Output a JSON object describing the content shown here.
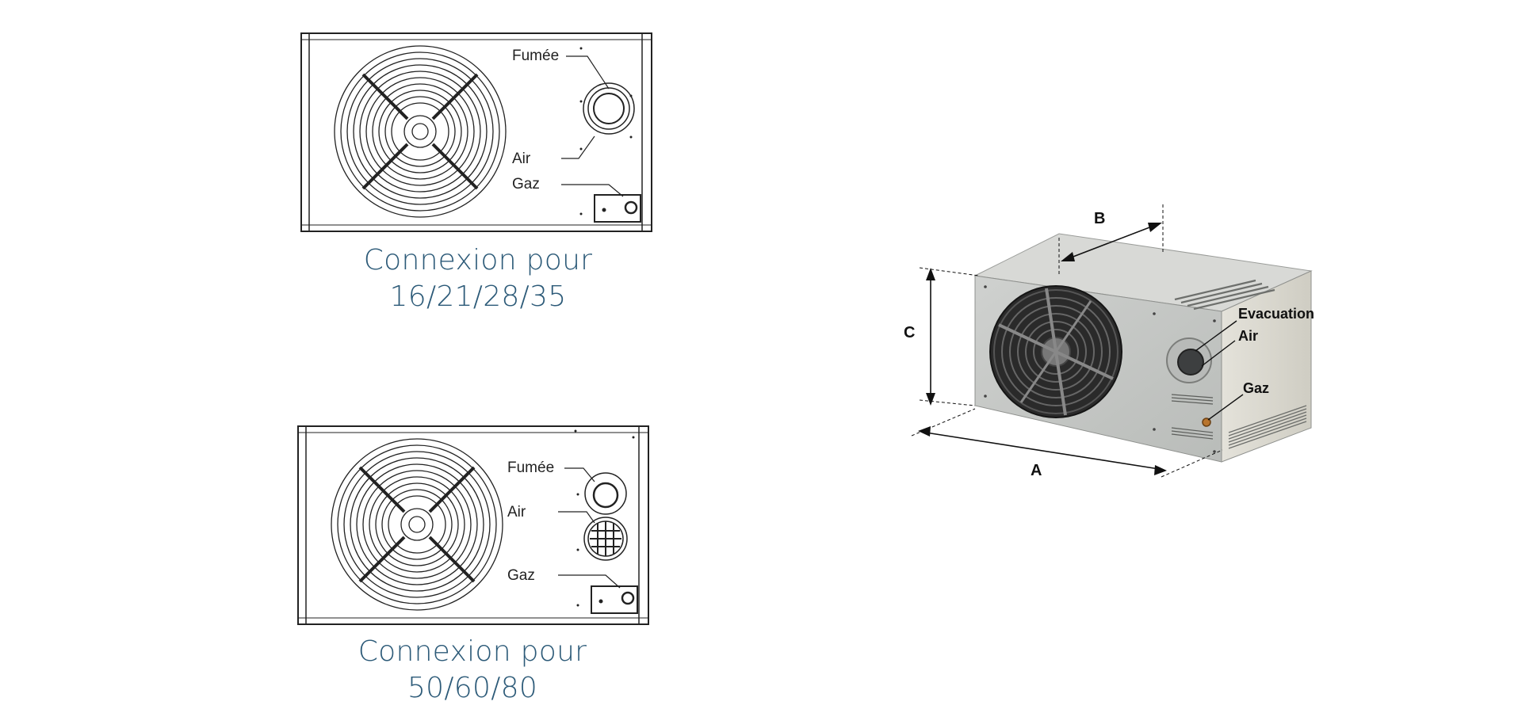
{
  "panel_top": {
    "labels": {
      "smoke": "Fumée",
      "air": "Air",
      "gas": "Gaz"
    },
    "caption": {
      "line1": "Connexion pour",
      "line2": "16/21/28/35"
    }
  },
  "panel_bottom": {
    "labels": {
      "smoke": "Fumée",
      "air": "Air",
      "gas": "Gaz"
    },
    "caption": {
      "line1": "Connexion pour",
      "line2": "50/60/80"
    }
  },
  "unit_3d": {
    "dimensions": {
      "a": "A",
      "b": "B",
      "c": "C"
    },
    "labels": {
      "evacuation": "Evacuation",
      "air": "Air",
      "gas": "Gaz"
    }
  },
  "colors": {
    "caption": "#2c5a78",
    "line": "#222222",
    "casing_front": "#c9cbc9",
    "casing_side": "#dcdad2",
    "casing_top": "#d7d8d5"
  }
}
